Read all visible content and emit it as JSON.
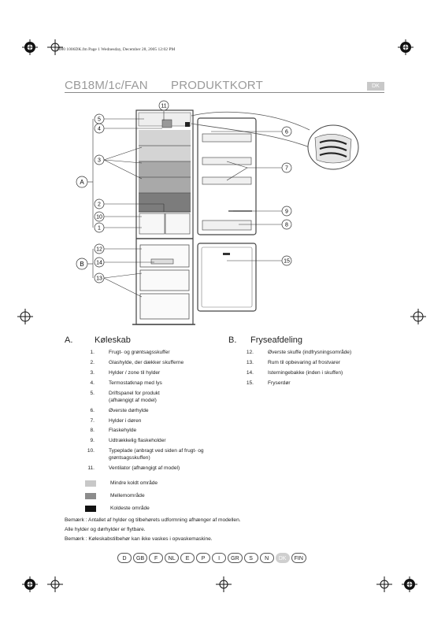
{
  "header": {
    "file_line": "6080 1006DK.fm  Page 1  Wednesday, December 28, 2005  12:02 PM",
    "model": "CB18M/1c/FAN",
    "title": "PRODUKTKORT",
    "lang": "DK"
  },
  "diagram": {
    "callouts": [
      "11",
      "5",
      "4",
      "6",
      "3",
      "7",
      "A",
      "2",
      "9",
      "10",
      "8",
      "1",
      "12",
      "14",
      "B",
      "15",
      "13"
    ]
  },
  "section_a": {
    "letter": "A.",
    "title": "Køleskab",
    "items": [
      {
        "n": "1.",
        "t": "Frugt- og grøntsagsskuffer"
      },
      {
        "n": "2.",
        "t": "Glashylde, der dækker skufferne"
      },
      {
        "n": "3.",
        "t": "Hylder / zone til hylder"
      },
      {
        "n": "4.",
        "t": "Termostatknap med lys"
      },
      {
        "n": "5.",
        "t": "Driftspanel for produkt\n(afhængigt af model)"
      },
      {
        "n": "6.",
        "t": "Øverste dørhylde"
      },
      {
        "n": "7.",
        "t": "Hylder i døren"
      },
      {
        "n": "8.",
        "t": "Flaskehylde"
      },
      {
        "n": "9.",
        "t": "Udtrækkelig flaskeholder"
      },
      {
        "n": "10.",
        "t": "Typeplade (anbragt ved siden af frugt- og\ngrøntsagsskuffen)"
      },
      {
        "n": "11.",
        "t": "Ventilator (afhængigt af model)"
      }
    ]
  },
  "section_b": {
    "letter": "B.",
    "title": "Fryseafdeling",
    "items": [
      {
        "n": "12.",
        "t": "Øverste skuffe (indfrysningsområde)"
      },
      {
        "n": "13.",
        "t": "Rum til opbevaring af frostvarer"
      },
      {
        "n": "14.",
        "t": "Isterningebakke (inden i skuffen)"
      },
      {
        "n": "15.",
        "t": "Fryserdør"
      }
    ]
  },
  "legend": [
    {
      "label": "Mindre koldt område",
      "color": "#c8c8c8"
    },
    {
      "label": "Mellemområde",
      "color": "#8c8c8c"
    },
    {
      "label": "Koldeste område",
      "color": "#111111"
    }
  ],
  "notes": [
    "Bemærk : Antallet af hylder og tilbehørets udformning afhænger af modellen.",
    "Alle hylder og dørhylder er flytbare.",
    "Bemærk : Køleskabstilbehør kan ikke vaskes i opvaskemaskine."
  ],
  "languages": [
    "D",
    "GB",
    "F",
    "NL",
    "E",
    "P",
    "I",
    "GR",
    "S",
    "N",
    "DK",
    "FIN"
  ],
  "active_language": "DK"
}
